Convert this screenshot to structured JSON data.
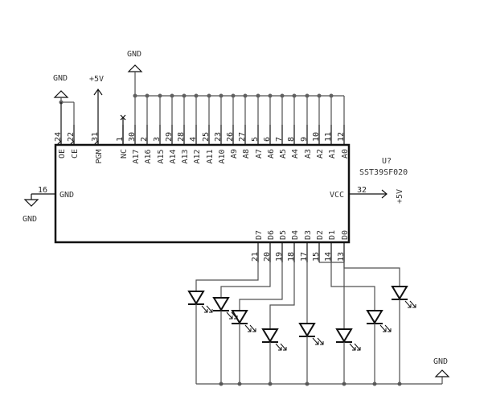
{
  "component": {
    "reference": "U?",
    "value": "SST39SF020"
  },
  "power_labels": {
    "gnd_oe_ce": "GND",
    "vcc_pgm": "+5V",
    "gnd_address": "GND",
    "gnd_left": "GND",
    "vcc_right": "+5V",
    "gnd_leds": "GND"
  },
  "top_pins": [
    {
      "name": "OE",
      "number": "24"
    },
    {
      "name": "CE",
      "number": "22"
    },
    {
      "name": "PGM",
      "number": "31"
    },
    {
      "name": "NC",
      "number": "1"
    },
    {
      "name": "A17",
      "number": "30"
    },
    {
      "name": "A16",
      "number": "2"
    },
    {
      "name": "A15",
      "number": "3"
    },
    {
      "name": "A14",
      "number": "29"
    },
    {
      "name": "A13",
      "number": "28"
    },
    {
      "name": "A12",
      "number": "4"
    },
    {
      "name": "A11",
      "number": "25"
    },
    {
      "name": "A10",
      "number": "23"
    },
    {
      "name": "A9",
      "number": "26"
    },
    {
      "name": "A8",
      "number": "27"
    },
    {
      "name": "A7",
      "number": "5"
    },
    {
      "name": "A6",
      "number": "6"
    },
    {
      "name": "A5",
      "number": "7"
    },
    {
      "name": "A4",
      "number": "8"
    },
    {
      "name": "A3",
      "number": "9"
    },
    {
      "name": "A2",
      "number": "10"
    },
    {
      "name": "A1",
      "number": "11"
    },
    {
      "name": "A0",
      "number": "12"
    }
  ],
  "bottom_pins": [
    {
      "name": "D7",
      "number": "21"
    },
    {
      "name": "D6",
      "number": "20"
    },
    {
      "name": "D5",
      "number": "19"
    },
    {
      "name": "D4",
      "number": "18"
    },
    {
      "name": "D3",
      "number": "17"
    },
    {
      "name": "D2",
      "number": "15"
    },
    {
      "name": "D1",
      "number": "14"
    },
    {
      "name": "D0",
      "number": "13"
    }
  ],
  "left_pin": {
    "name": "GND",
    "number": "16"
  },
  "right_pin": {
    "name": "VCC",
    "number": "32"
  },
  "leds": [
    {
      "net": "D7"
    },
    {
      "net": "D6"
    },
    {
      "net": "D5"
    },
    {
      "net": "D4"
    },
    {
      "net": "D3"
    },
    {
      "net": "D2"
    },
    {
      "net": "D1"
    },
    {
      "net": "D0"
    }
  ]
}
